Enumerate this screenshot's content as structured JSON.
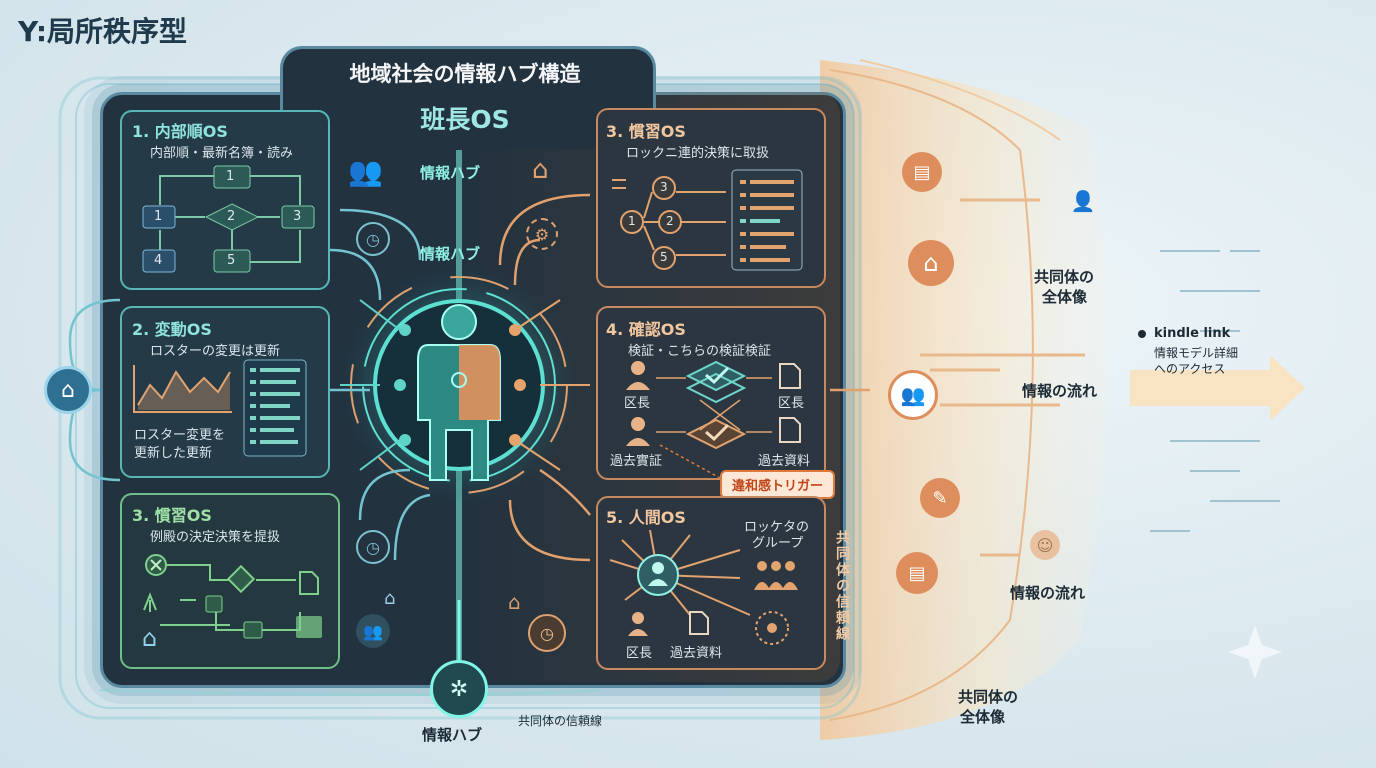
{
  "page_title": "Y:局所秩序型",
  "header": {
    "title": "地域社会の情報ハブ構造",
    "subtitle": "班長OS"
  },
  "hub": {
    "label_top": "情報ハブ",
    "label_mid": "情報ハブ",
    "label_bottom": "情報ハブ"
  },
  "panels": {
    "p1": {
      "title": "1. 内部順OS",
      "subtitle": "内部順・最新名簿・読み",
      "nodes": [
        "1",
        "1",
        "2",
        "3",
        "4",
        "5"
      ]
    },
    "p2": {
      "title": "2. 変動OS",
      "subtitle": "ロスターの変更は更新",
      "note_line1": "ロスター変更を",
      "note_line2": "更新した更新"
    },
    "p3l": {
      "title": "3. 慣習OS",
      "subtitle": "例殿の決定決策を提扱"
    },
    "p3r": {
      "title": "3. 慣習OS",
      "subtitle": "ロックニ連的決策に取扱",
      "nodes": [
        "1",
        "3",
        "2",
        "5"
      ]
    },
    "p4": {
      "title": "4. 確認OS",
      "subtitle": "検証・こちらの検証検証",
      "labels": [
        "区長",
        "区長",
        "過去實証",
        "過去資料"
      ]
    },
    "p5": {
      "title": "5. 人間OS",
      "group_line1": "ロッケタの",
      "group_line2": "グループ",
      "labels": [
        "区長",
        "過去資料"
      ]
    }
  },
  "trigger": "違和感トリガー",
  "trust_line_vertical": "共同体の信頼線",
  "trust_line_bottom": "共同体の信頼線",
  "side": {
    "community_top_line1": "共同体の",
    "community_top_line2": "全体像",
    "kindle_title": "kindle link",
    "kindle_line1": "情報モデル詳細",
    "kindle_line2": "へのアクセス",
    "flow_upper": "情報の流れ",
    "flow_lower": "情報の流れ",
    "community_bottom_line1": "共同体の",
    "community_bottom_line2": "全体像"
  },
  "icons": [
    "home-icon",
    "people-icon",
    "clock-icon",
    "gear-icon",
    "document-icon",
    "person-icon",
    "folder-icon",
    "check-stack-icon"
  ],
  "colors": {
    "teal": "#58b7b6",
    "orange": "#c8895e",
    "green": "#6ebf8a",
    "board": "#22323f",
    "trigger": "#e07a3c"
  }
}
